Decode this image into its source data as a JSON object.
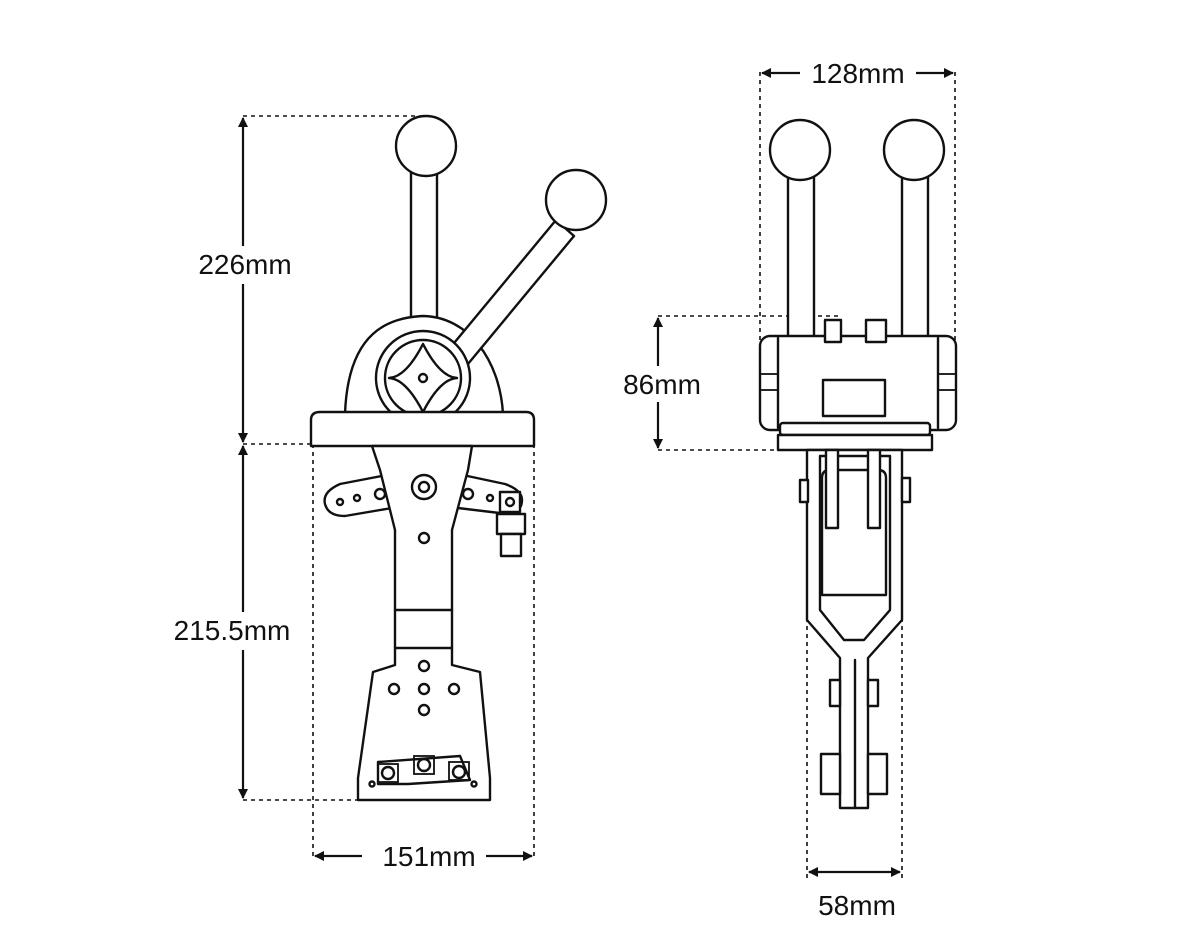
{
  "dimensions": {
    "front_height_upper": "226mm",
    "front_height_lower": "215.5mm",
    "front_width": "151mm",
    "side_width_top": "128mm",
    "side_housing_height": "86mm",
    "side_width_bottom": "58mm"
  }
}
